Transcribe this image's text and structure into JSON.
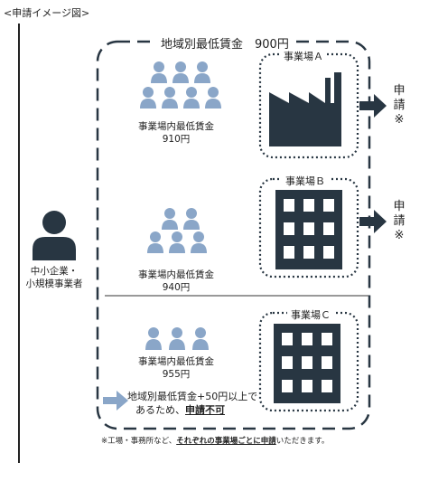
{
  "header": {
    "label": "<申請イメージ図>"
  },
  "main_box": {
    "title": "地域別最低賃金　900円"
  },
  "applicant": {
    "line1": "中小企業・",
    "line2": "小規模事業者"
  },
  "sites": [
    {
      "label": "事業場Ａ",
      "caption": "事業場内最低賃金",
      "wage": "910円",
      "building": "factory-icon"
    },
    {
      "label": "事業場Ｂ",
      "caption": "事業場内最低賃金",
      "wage": "940円",
      "building": "office-building-icon"
    },
    {
      "label": "事業場Ｃ",
      "caption": "事業場内最低賃金",
      "wage": "955円",
      "building": "office-building-icon"
    }
  ],
  "apply_labels": {
    "c1": "申",
    "c2": "請",
    "c3": "※"
  },
  "not_eligible": {
    "line1": "地域別最低賃金+50円以上で",
    "line2_prefix": "あるため、",
    "line2_bold": "申請不可"
  },
  "footnote": {
    "prefix": "※工場・事務所など、",
    "bold": "それぞれの事業場ごとに申請",
    "suffix": "いただきます。"
  },
  "colors": {
    "people": "#8aa6c8",
    "dark": "#283642",
    "arrow": "#8aa6c8"
  }
}
